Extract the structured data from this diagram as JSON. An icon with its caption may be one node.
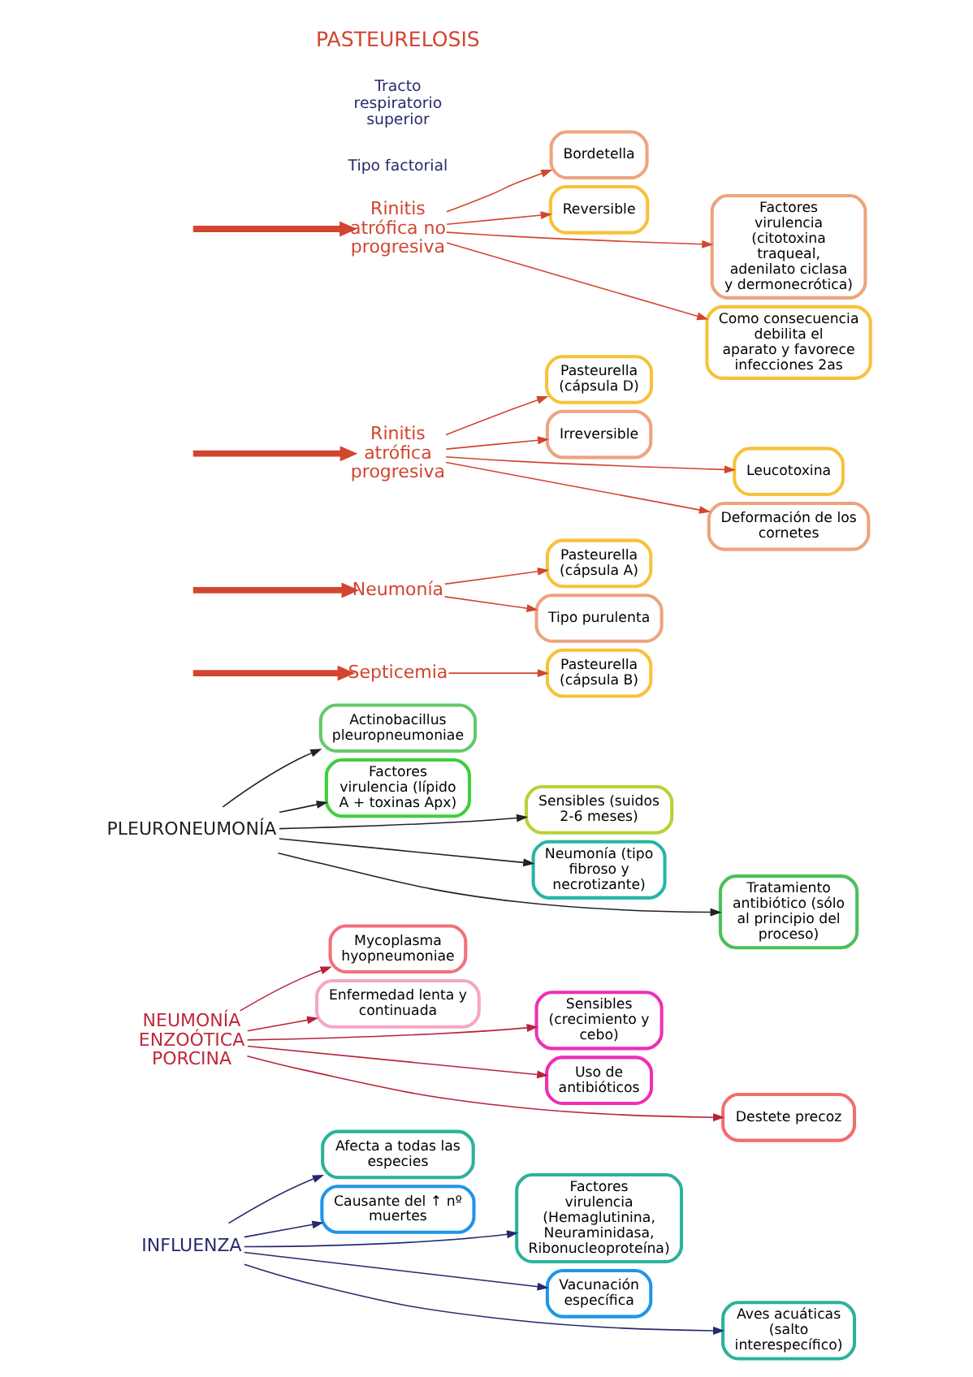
{
  "diagram": {
    "nodes": [
      {
        "text": [
          "Rinitis atrófica no progresiva"
        ]
      },
      {
        "text": [
          "Bordetella"
        ]
      },
      {
        "text": [
          "Reversible"
        ]
      },
      {
        "text": [
          "Factores virulencia (citotoxina traqueal, adenilato ciclasa y dermonecrótica)"
        ]
      },
      {
        "text": [
          "Como consecuencia debilita el aparato y favorece infecciones 2as"
        ]
      },
      {
        "text": [
          "Rinitis atrófica progresiva"
        ]
      },
      {
        "text": [
          "Pasteurella (cápsula D)"
        ]
      },
      {
        "text": [
          "Irreversible"
        ]
      },
      {
        "text": [
          "Leucotoxina"
        ]
      },
      {
        "text": [
          "Deformación de los cornetes"
        ]
      },
      {
        "text": [
          "Neumonía"
        ]
      },
      {
        "text": [
          "Pasteurella (cápsula A)"
        ]
      },
      {
        "text": [
          "Tipo purulenta"
        ]
      },
      {
        "text": [
          "Septicemia"
        ]
      },
      {
        "text": [
          "Pasteurella (cápsula B)"
        ]
      },
      {
        "text": [
          "PLEURONEUMONÍA"
        ]
      },
      {
        "text": [
          "Actinobacillus pleuropneumoniae"
        ]
      },
      {
        "text": [
          "Factores virulencia (lípido A + toxinas Apx)"
        ]
      },
      {
        "text": [
          "Sensibles (suidos 2-6 meses)"
        ]
      },
      {
        "text": [
          "Neumonía (tipo fibroso y necrotizante)"
        ]
      },
      {
        "text": [
          "Tratamiento antibiótico (sólo al principio del proceso)"
        ]
      },
      {
        "text": [
          "NEUMONÍA ENZOÓTICA PORCINA"
        ]
      },
      {
        "text": [
          "Mycoplasma hyopneumoniae"
        ]
      },
      {
        "text": [
          "Enfermedad lenta y continuada"
        ]
      },
      {
        "text": [
          "Sensibles (crecimiento y cebo)"
        ]
      },
      {
        "text": [
          "Uso de antibióticos"
        ]
      },
      {
        "text": [
          "Destete precoz"
        ]
      },
      {
        "text": [
          "INFLUENZA"
        ]
      },
      {
        "text": [
          "Afecta a todas las especies"
        ]
      },
      {
        "text": [
          "Causante del ↑ nº muertes"
        ]
      },
      {
        "text": [
          "Factores virulencia (Hemaglutinina, Neuraminidasa, Ribonucleoproteína)"
        ]
      },
      {
        "text": [
          "Vacunación específica"
        ]
      },
      {
        "text": [
          "Aves acuáticas (salto interespecífico)"
        ]
      }
    ],
    "edges": [
      {
        "from": null,
        "to": 0,
        "arrow": "to",
        "style": "thick"
      },
      {
        "from": 0,
        "to": 1,
        "arrow": "to"
      },
      {
        "from": 0,
        "to": 2,
        "arrow": "to"
      },
      {
        "from": 0,
        "to": 3,
        "arrow": "to"
      },
      {
        "from": 0,
        "to": 4,
        "arrow": "to"
      },
      {
        "from": null,
        "to": 5,
        "arrow": "to",
        "style": "thick"
      },
      {
        "from": 5,
        "to": 6,
        "arrow": "to"
      },
      {
        "from": 5,
        "to": 7,
        "arrow": "to"
      },
      {
        "from": 5,
        "to": 8,
        "arrow": "to"
      },
      {
        "from": 5,
        "to": 9,
        "arrow": "to"
      },
      {
        "from": null,
        "to": 10,
        "arrow": "to",
        "style": "thick"
      },
      {
        "from": 10,
        "to": 11,
        "arrow": "to"
      },
      {
        "from": 10,
        "to": 12,
        "arrow": "to"
      },
      {
        "from": null,
        "to": 13,
        "arrow": "to",
        "style": "thick"
      },
      {
        "from": 13,
        "to": 14,
        "arrow": "to"
      },
      {
        "from": 15,
        "to": 16,
        "arrow": "to",
        "color": "#222222"
      },
      {
        "from": 15,
        "to": 17,
        "arrow": "to",
        "color": "#222222"
      },
      {
        "from": 15,
        "to": 18,
        "arrow": "to",
        "color": "#222222"
      },
      {
        "from": 15,
        "to": 19,
        "arrow": "to",
        "color": "#222222"
      },
      {
        "from": 15,
        "to": 20,
        "arrow": "to",
        "color": "#222222"
      },
      {
        "from": 21,
        "to": 22,
        "arrow": "to",
        "color": "#b8233a"
      },
      {
        "from": 21,
        "to": 23,
        "arrow": "to",
        "color": "#b8233a"
      },
      {
        "from": 21,
        "to": 24,
        "arrow": "to",
        "color": "#b8233a"
      },
      {
        "from": 21,
        "to": 25,
        "arrow": "to",
        "color": "#b8233a"
      },
      {
        "from": 21,
        "to": 26,
        "arrow": "to",
        "color": "#b8233a"
      },
      {
        "from": 27,
        "to": 28,
        "arrow": "to",
        "color": "#27296e"
      },
      {
        "from": 27,
        "to": 29,
        "arrow": "to",
        "color": "#27296e"
      },
      {
        "from": 27,
        "to": 30,
        "arrow": "to",
        "color": "#27296e"
      },
      {
        "from": 27,
        "to": 31,
        "arrow": "to",
        "color": "#27296e"
      },
      {
        "from": 27,
        "to": 32,
        "arrow": "to",
        "color": "#27296e"
      }
    ],
    "labels": [
      "PASTEURELOSIS",
      "Tracto respiratorio superior",
      "Tipo factorial"
    ]
  }
}
